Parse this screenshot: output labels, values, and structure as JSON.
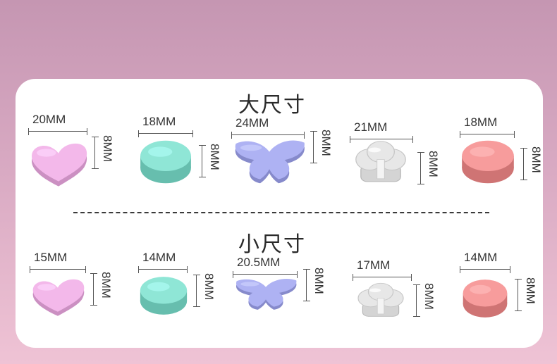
{
  "sections": {
    "large": {
      "title": "大尺寸",
      "items": [
        {
          "shape": "heart",
          "color": "#f3b8ea",
          "width": "20MM",
          "height": "8MM"
        },
        {
          "shape": "round",
          "color": "#8fe6d6",
          "width": "18MM",
          "height": "8MM"
        },
        {
          "shape": "butterfly",
          "color": "#aeb2f3",
          "width": "24MM",
          "height": "8MM"
        },
        {
          "shape": "clover",
          "color": "#e7e7e7",
          "width": "21MM",
          "height": "8MM"
        },
        {
          "shape": "round",
          "color": "#f79c9c",
          "width": "18MM",
          "height": "8MM"
        }
      ]
    },
    "small": {
      "title": "小尺寸",
      "items": [
        {
          "shape": "heart",
          "color": "#f3b8ea",
          "width": "15MM",
          "height": "8MM"
        },
        {
          "shape": "round",
          "color": "#8fe6d6",
          "width": "14MM",
          "height": "8MM"
        },
        {
          "shape": "butterfly",
          "color": "#aeb2f3",
          "width": "20.5MM",
          "height": "8MM"
        },
        {
          "shape": "clover",
          "color": "#e7e7e7",
          "width": "17MM",
          "height": "8MM"
        },
        {
          "shape": "round",
          "color": "#f79c9c",
          "width": "14MM",
          "height": "8MM"
        }
      ]
    }
  }
}
